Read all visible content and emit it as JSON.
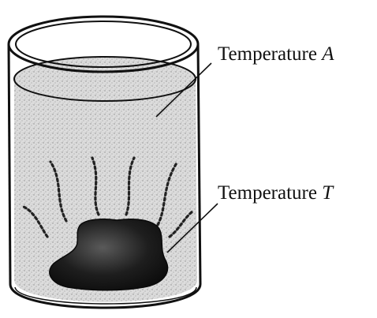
{
  "diagram": {
    "labels": {
      "top": {
        "text": "Temperature ",
        "variable": "A"
      },
      "bottom": {
        "text": "Temperature ",
        "variable": "T"
      }
    },
    "colors": {
      "ink": "#111111",
      "liquid": "#d9d9d9",
      "object": "#1a1a1a",
      "background": "#ffffff"
    }
  }
}
